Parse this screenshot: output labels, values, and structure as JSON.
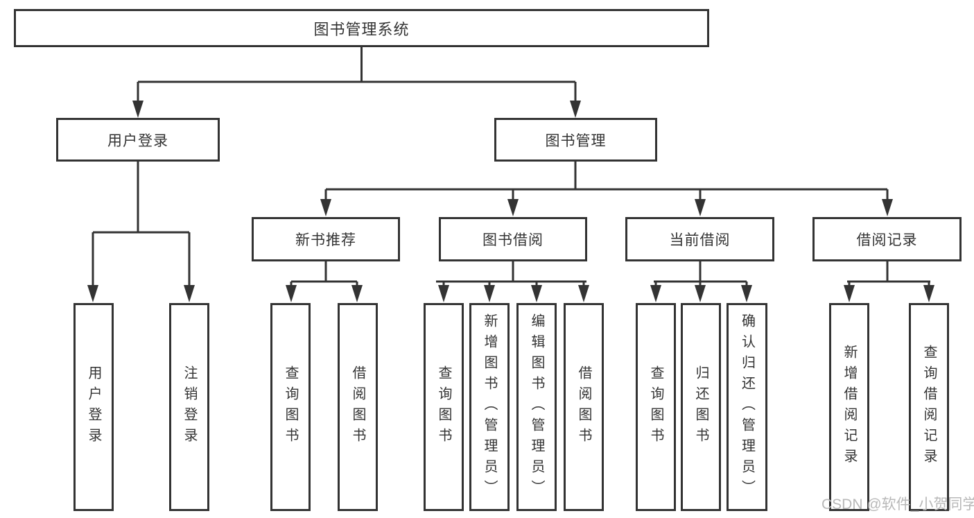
{
  "page": {
    "watermark": "CSDN @软件_小贺同学",
    "colors": {
      "line": "#333333",
      "text": "#333333",
      "box_background": "#ffffff",
      "watermark": "#b8b8b8"
    }
  },
  "tree": {
    "label": "图书管理系统",
    "children": [
      {
        "label": "用户登录",
        "children": [
          {
            "label": "用户登录"
          },
          {
            "label": "注销登录"
          }
        ]
      },
      {
        "label": "图书管理",
        "children": [
          {
            "label": "新书推荐",
            "children": [
              {
                "label": "查询图书"
              },
              {
                "label": "借阅图书"
              }
            ]
          },
          {
            "label": "图书借阅",
            "children": [
              {
                "label": "查询图书"
              },
              {
                "label": "新增图书（管理员）"
              },
              {
                "label": "编辑图书（管理员）"
              },
              {
                "label": "借阅图书"
              }
            ]
          },
          {
            "label": "当前借阅",
            "children": [
              {
                "label": "查询图书"
              },
              {
                "label": "归还图书"
              },
              {
                "label": "确认归还（管理员）"
              }
            ]
          },
          {
            "label": "借阅记录",
            "children": [
              {
                "label": "新增借阅记录"
              },
              {
                "label": "查询借阅记录"
              }
            ]
          }
        ]
      }
    ]
  }
}
